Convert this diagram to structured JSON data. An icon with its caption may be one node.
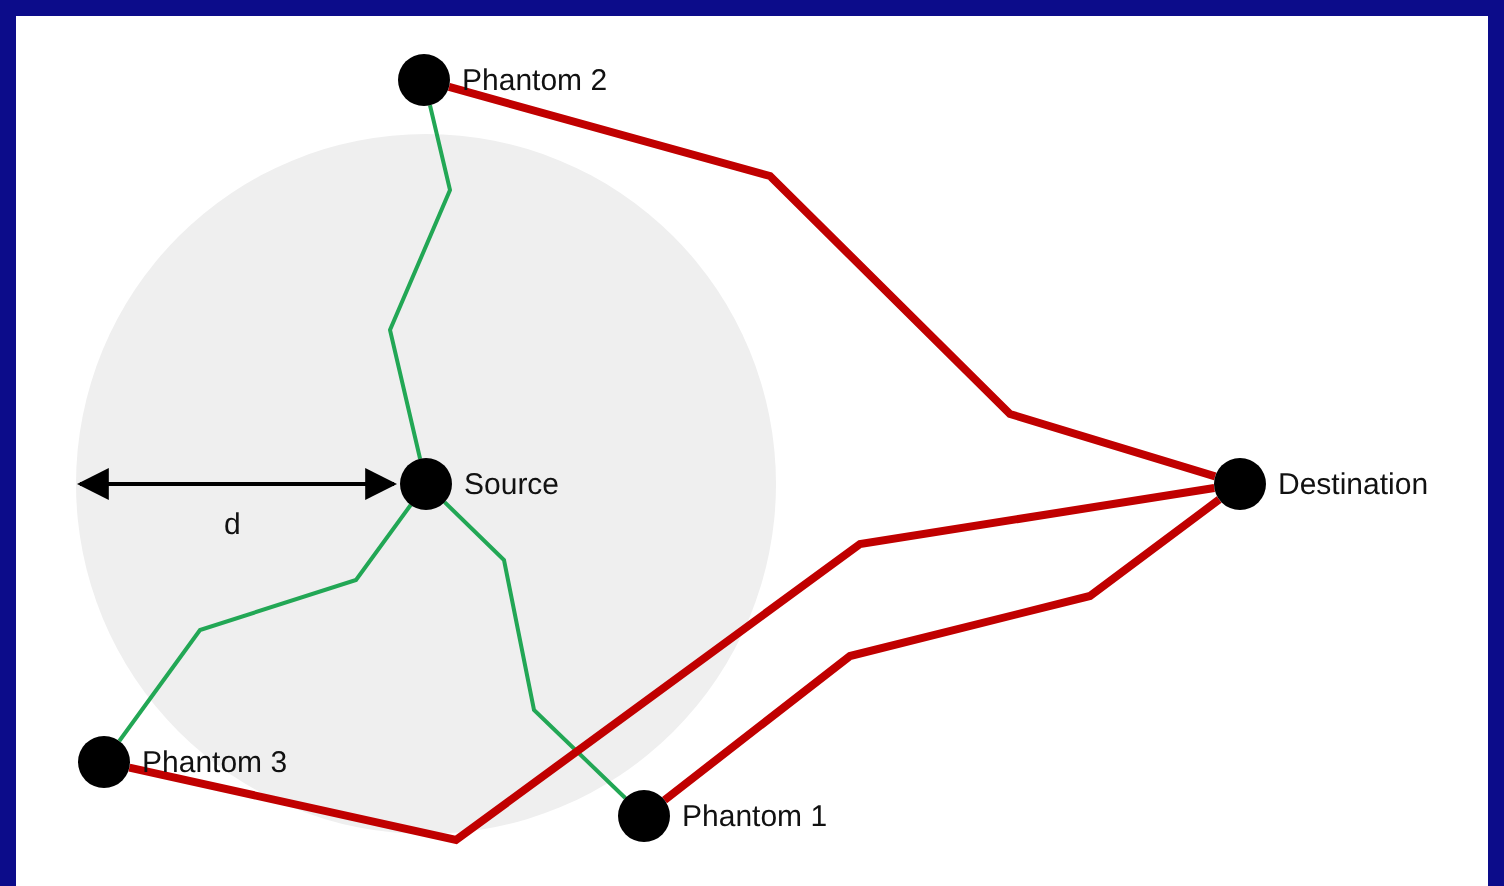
{
  "diagram": {
    "nodes": [
      {
        "text": [
          "Phantom 2"
        ]
      },
      {
        "text": [
          "Source"
        ]
      },
      {
        "text": [
          "Destination"
        ]
      },
      {
        "text": [
          "Phantom 3"
        ]
      },
      {
        "text": [
          "Phantom 1"
        ]
      }
    ],
    "edges": [
      {
        "from": 1,
        "to": 0,
        "arrow": "none",
        "color": "#22a755"
      },
      {
        "from": 1,
        "to": 3,
        "arrow": "none",
        "color": "#22a755"
      },
      {
        "from": 1,
        "to": 4,
        "arrow": "none",
        "color": "#22a755"
      },
      {
        "from": 0,
        "to": 2,
        "arrow": "none",
        "style": "thick",
        "color": "#c00000"
      },
      {
        "from": 3,
        "to": 2,
        "arrow": "none",
        "style": "thick",
        "color": "#c00000"
      },
      {
        "from": 4,
        "to": 2,
        "arrow": "none",
        "style": "thick",
        "color": "#c00000"
      }
    ],
    "labels": [
      "d"
    ]
  }
}
